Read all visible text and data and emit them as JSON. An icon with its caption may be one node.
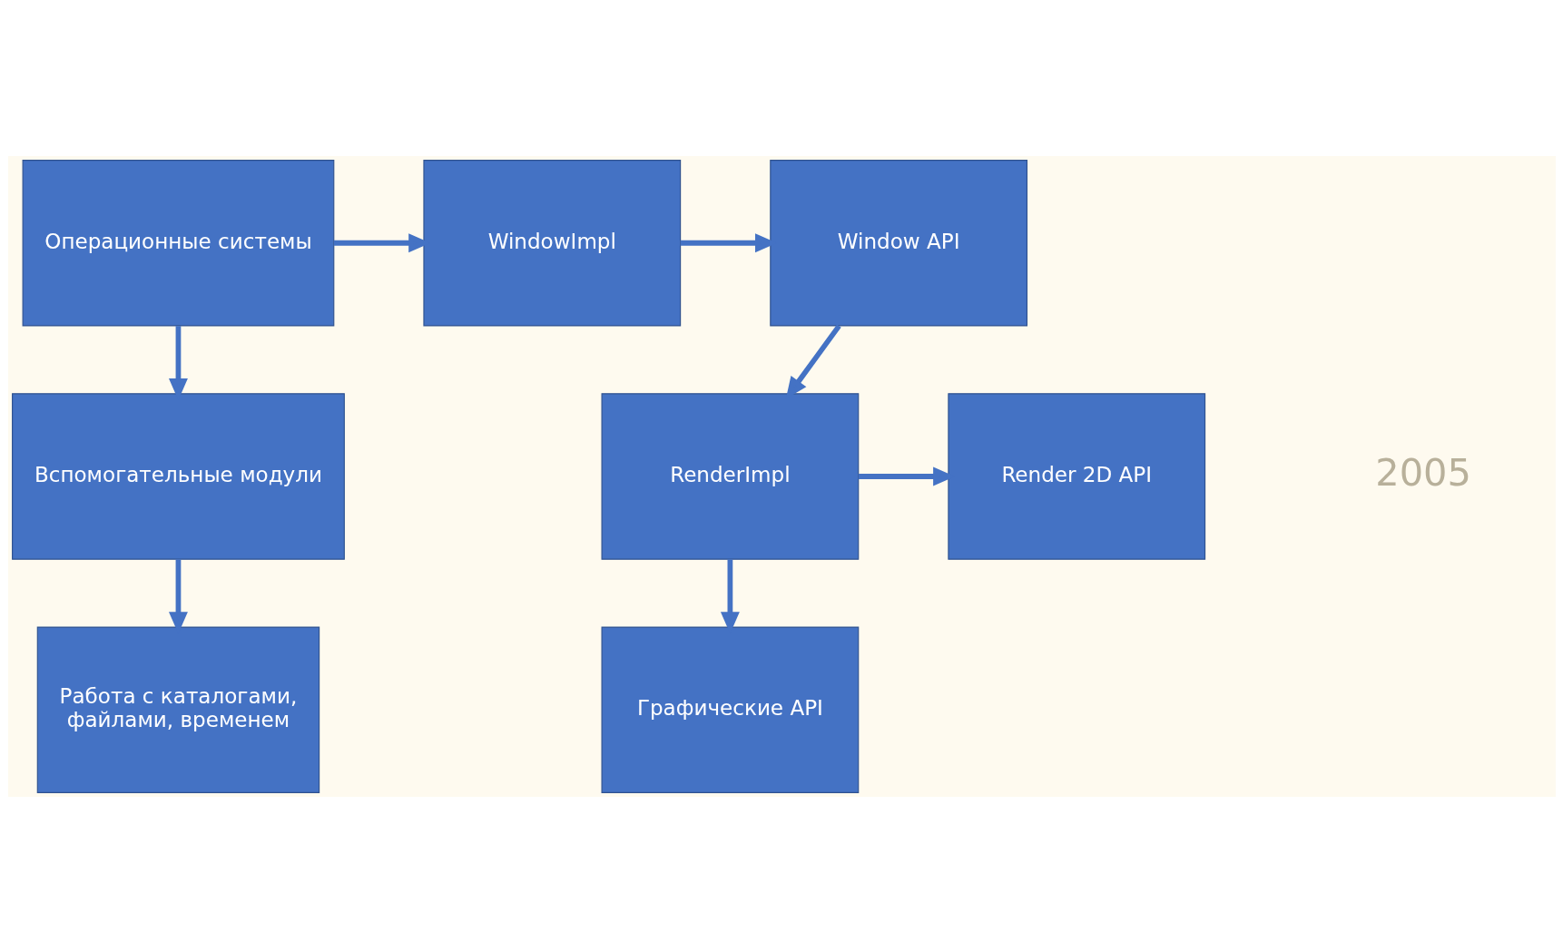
{
  "diagram": {
    "nodes": [
      {
        "text": [
          "Операционные системы"
        ]
      },
      {
        "text": [
          "WindowImpl"
        ]
      },
      {
        "text": [
          "Window API"
        ]
      },
      {
        "text": [
          "Вспомогательные модули"
        ]
      },
      {
        "text": [
          "RenderImpl"
        ]
      },
      {
        "text": [
          "Render 2D API"
        ]
      },
      {
        "text": [
          "Работа с каталогами, файлами, временем"
        ]
      },
      {
        "text": [
          "Графические API"
        ]
      }
    ],
    "edges": [
      {
        "from": 0,
        "to": 1,
        "arrow": "to"
      },
      {
        "from": 1,
        "to": 2,
        "arrow": "to"
      },
      {
        "from": 0,
        "to": 3,
        "arrow": "to"
      },
      {
        "from": 2,
        "to": 4,
        "arrow": "to"
      },
      {
        "from": 4,
        "to": 5,
        "arrow": "to"
      },
      {
        "from": 3,
        "to": 6,
        "arrow": "to"
      },
      {
        "from": 4,
        "to": 7,
        "arrow": "to"
      }
    ],
    "labels": [
      "2005"
    ]
  }
}
